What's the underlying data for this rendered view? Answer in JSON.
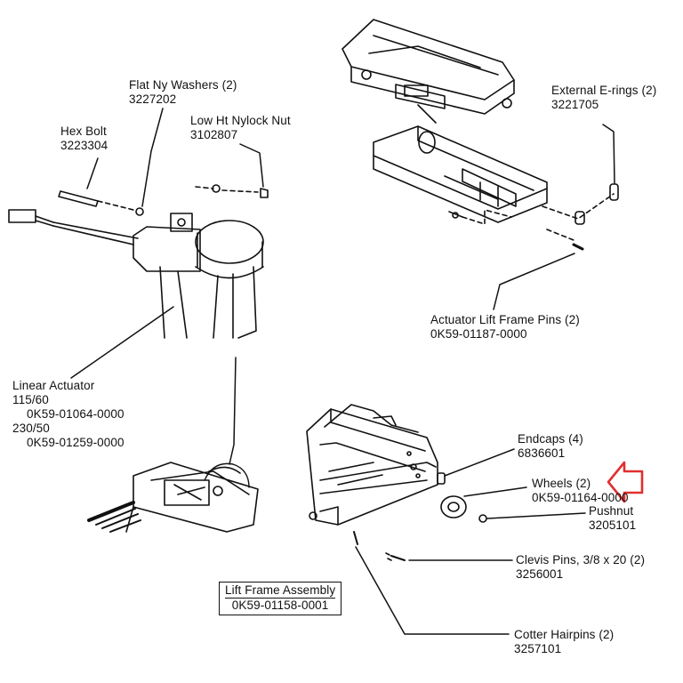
{
  "parts": {
    "flat_washers": {
      "name": "Flat Ny Washers (2)",
      "pn": "3227202"
    },
    "hex_bolt": {
      "name": "Hex Bolt",
      "pn": "3223304"
    },
    "nylock_nut": {
      "name": "Low Ht Nylock Nut",
      "pn": "3102807"
    },
    "e_rings": {
      "name": "External E-rings (2)",
      "pn": "3221705"
    },
    "lift_pins": {
      "name": "Actuator Lift Frame Pins (2)",
      "pn": "0K59-01187-0000"
    },
    "linear_actuator": {
      "name": "Linear Actuator",
      "v1": "115/60",
      "pn1": "0K59-01064-0000",
      "v2": "230/50",
      "pn2": "0K59-01259-0000"
    },
    "endcaps": {
      "name": "Endcaps (4)",
      "pn": "6836601"
    },
    "wheels": {
      "name": "Wheels (2)",
      "pn": "0K59-01164-0000"
    },
    "pushnut": {
      "name": "Pushnut",
      "pn": "3205101"
    },
    "clevis_pins": {
      "name": "Clevis Pins, 3/8 x 20 (2)",
      "pn": "3256001"
    },
    "lift_frame": {
      "name": "Lift Frame Assembly",
      "pn": "0K59-01158-0001"
    },
    "hairpins": {
      "name": "Cotter Hairpins (2)",
      "pn": "3257101"
    }
  },
  "colors": {
    "ink": "#111111",
    "highlight_arrow": "#e03030"
  }
}
